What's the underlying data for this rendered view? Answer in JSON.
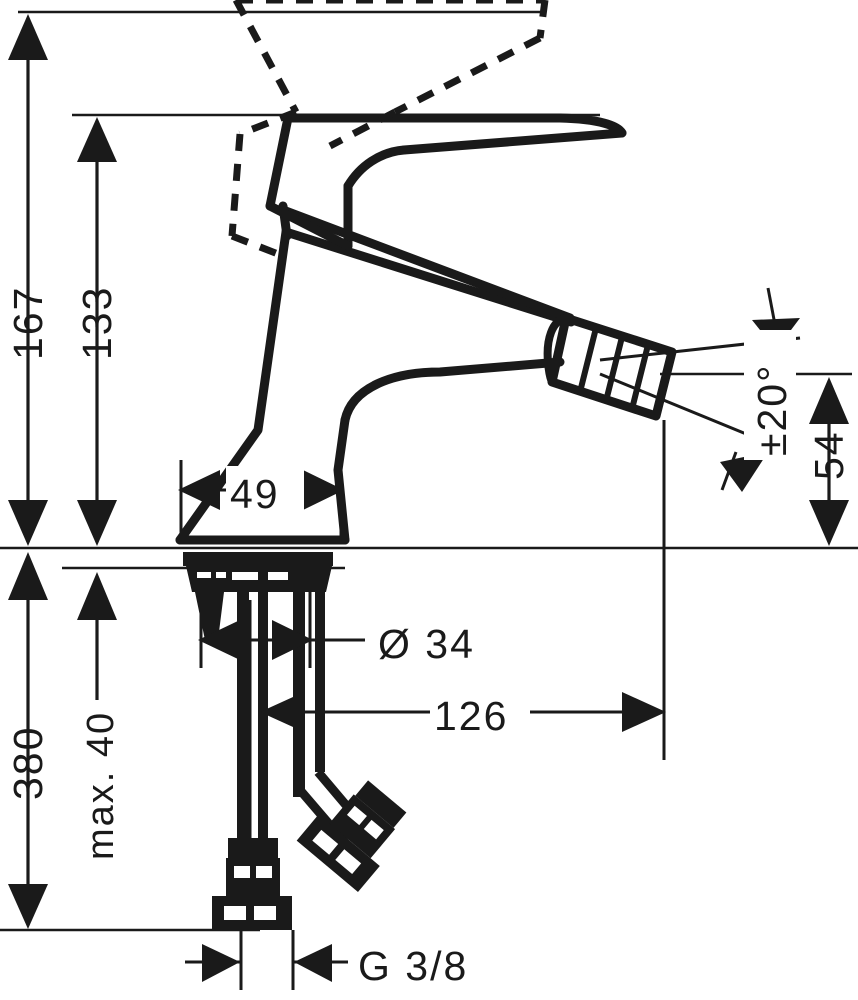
{
  "drawing": {
    "type": "technical-dimensional-drawing",
    "subject": "single-lever bidet mixer faucet side elevation",
    "units": "mm",
    "line_color": "#1a1a1a",
    "background_color": "#ffffff"
  },
  "dimensions": {
    "total_height": "167",
    "lever_height": "133",
    "spout_height": "54",
    "body_width": "49",
    "mounting_hole_diameter": "Ø 34",
    "hose_length": "380",
    "max_counter_thickness": "max. 40",
    "spout_reach": "126",
    "swivel_angle": "±20°",
    "thread_size": "G 3/8"
  },
  "labels": [
    {
      "id": "height-167",
      "text": "167",
      "orientation": "vertical"
    },
    {
      "id": "height-133",
      "text": "133",
      "orientation": "vertical"
    },
    {
      "id": "height-54",
      "text": "54",
      "orientation": "vertical"
    },
    {
      "id": "width-49",
      "text": "49",
      "orientation": "horizontal"
    },
    {
      "id": "diameter-34",
      "text": "Ø 34",
      "orientation": "horizontal"
    },
    {
      "id": "length-380",
      "text": "380",
      "orientation": "vertical"
    },
    {
      "id": "max-40",
      "text": "max. 40",
      "orientation": "vertical"
    },
    {
      "id": "reach-126",
      "text": "126",
      "orientation": "horizontal"
    },
    {
      "id": "angle-20",
      "text": "±20°",
      "orientation": "vertical"
    },
    {
      "id": "thread-g38",
      "text": "G 3/8",
      "orientation": "horizontal"
    }
  ],
  "chart_data": {
    "type": "table",
    "title": "Bidet mixer dimensional drawing",
    "categories": [
      "Total height",
      "Lever height",
      "Spout height",
      "Body width",
      "Mounting hole diameter",
      "Supply hose length",
      "Max. counter thickness",
      "Spout reach",
      "Swivel range",
      "Connection thread"
    ],
    "values": [
      "167",
      "133",
      "54",
      "49",
      "Ø 34",
      "380",
      "max. 40",
      "126",
      "±20°",
      "G 3/8"
    ]
  }
}
